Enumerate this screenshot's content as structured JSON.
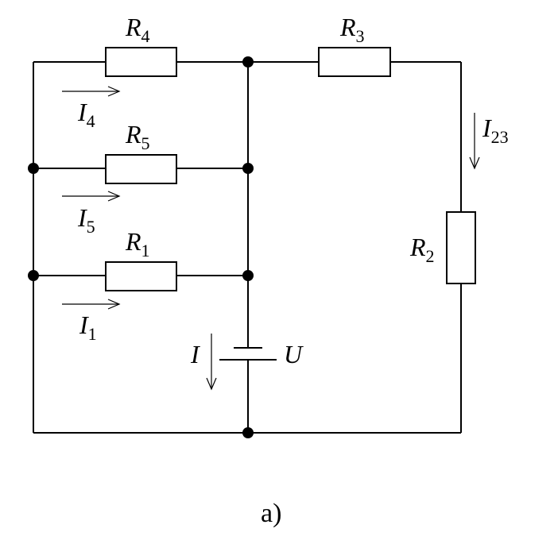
{
  "diagram": {
    "resistors": [
      {
        "id": "R4",
        "symbol": "R",
        "index": "4"
      },
      {
        "id": "R5",
        "symbol": "R",
        "index": "5"
      },
      {
        "id": "R1",
        "symbol": "R",
        "index": "1"
      },
      {
        "id": "R3",
        "symbol": "R",
        "index": "3"
      },
      {
        "id": "R2",
        "symbol": "R",
        "index": "2"
      }
    ],
    "currents": [
      {
        "id": "I4",
        "symbol": "I",
        "index": "4"
      },
      {
        "id": "I5",
        "symbol": "I",
        "index": "5"
      },
      {
        "id": "I1",
        "symbol": "I",
        "index": "1"
      },
      {
        "id": "I23",
        "symbol": "I",
        "index": "23"
      },
      {
        "id": "I",
        "symbol": "I",
        "index": ""
      }
    ],
    "source": {
      "symbol": "U"
    },
    "caption": "a)"
  }
}
